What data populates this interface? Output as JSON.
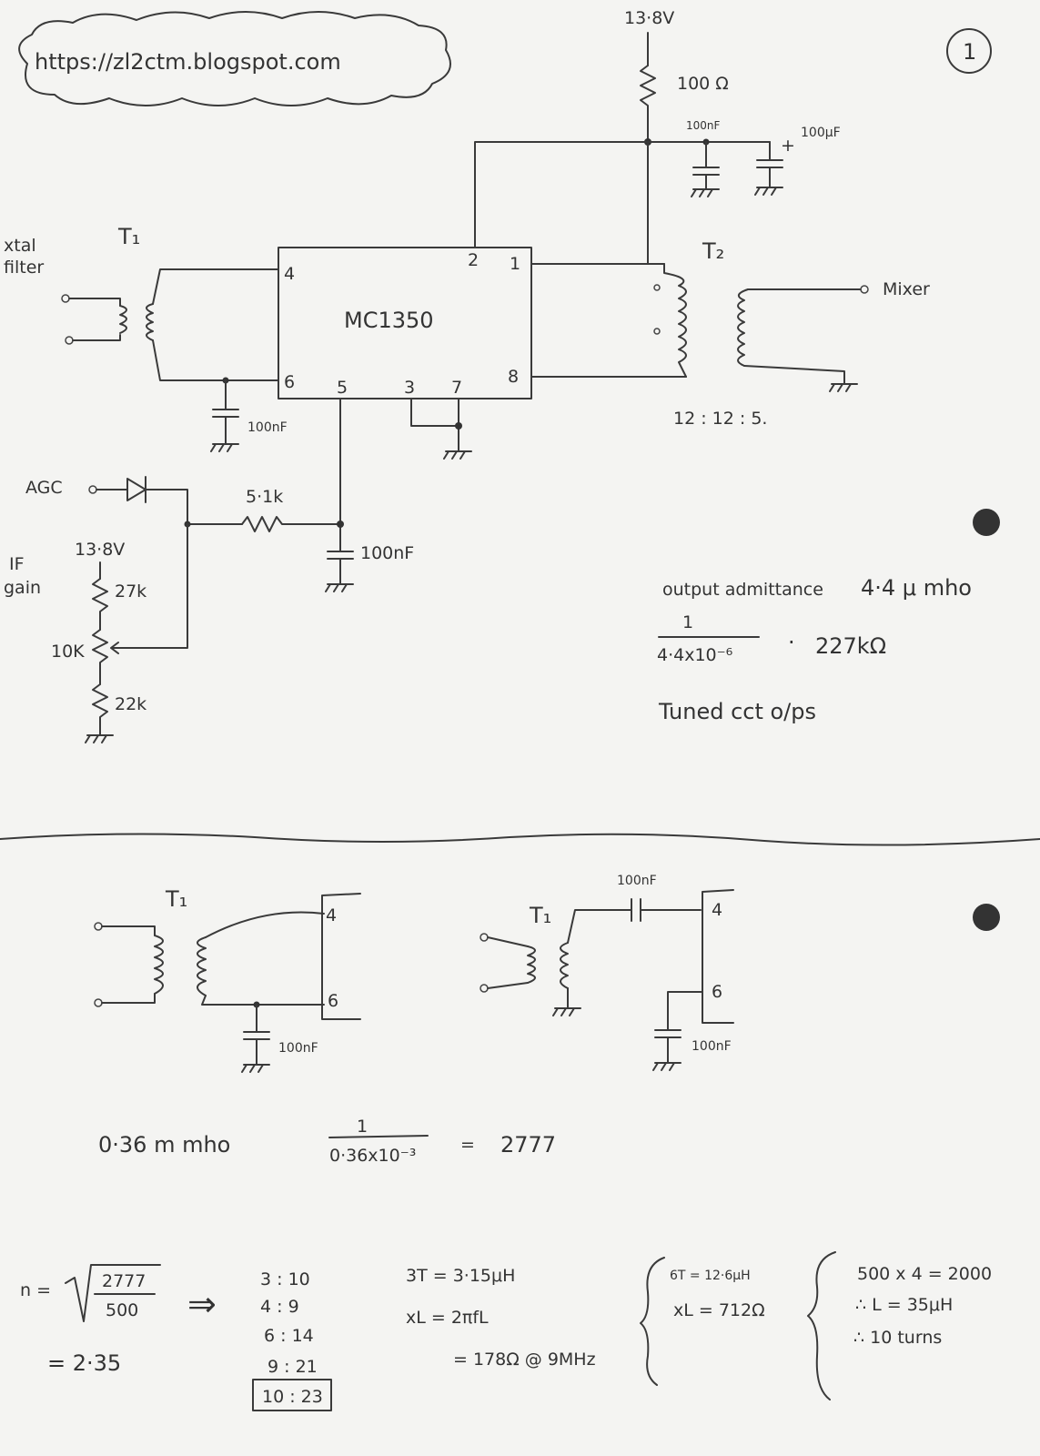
{
  "header": {
    "url": "https://zl2ctm.blogspot.com",
    "page_number": "1"
  },
  "top": {
    "supply_voltage": "13·8V",
    "r_supply": "100 Ω",
    "cap1": "100nF",
    "cap2": "100μF",
    "cap2_polarity": "+",
    "ic_name": "MC1350",
    "pins": {
      "p1": "1",
      "p2": "2",
      "p3": "3",
      "p4": "4",
      "p5": "5",
      "p6": "6",
      "p7": "7",
      "p8": "8"
    },
    "t1": "T₁",
    "t2": "T₂",
    "xtal_filter_line1": "xtal",
    "xtal_filter_line2": "filter",
    "mixer": "Mixer",
    "cap_pin6": "100nF",
    "turns_ratio": "12 : 12 : 5.",
    "agc": "AGC",
    "r_agc": "5·1k",
    "cap_pin5": "100nF",
    "if_supply": "13·8V",
    "if_line1": "IF",
    "if_line2": "gain",
    "r_27k": "27k",
    "r_10k": "10K",
    "r_22k": "22k"
  },
  "notes": {
    "output_admittance": "output admittance",
    "admittance_value": "4·4 μ mho",
    "frac_num": "1",
    "frac_den": "4·4x10⁻⁶",
    "frac_eq": "·",
    "frac_result": "227kΩ",
    "tuned": "Tuned cct o/ps"
  },
  "bottom": {
    "left_t1": "T₁",
    "left_pin4": "4",
    "left_pin6": "6",
    "left_cap": "100nF",
    "right_t1": "T₁",
    "right_cap_top": "100nF",
    "right_pin4": "4",
    "right_pin6": "6",
    "right_cap": "100nF",
    "mmho": "0·36 m mho",
    "frac2_num": "1",
    "frac2_den": "0·36x10⁻³",
    "frac2_eq": "=",
    "frac2_result": "2777",
    "n_label": "n =",
    "n_num": "2777",
    "n_den": "500",
    "n_result": "= 2·35",
    "arrow": "⇒",
    "ratios": [
      "3 : 10",
      "4 : 9",
      "6 : 14",
      "9 : 21"
    ],
    "ratio_boxed": "10 : 23",
    "calc1": "3T = 3·15μH",
    "calc2": "xL = 2πfL",
    "calc3": "= 178Ω @ 9MHz",
    "calc4": "6T = 12·6μH",
    "calc5": "xL = 712Ω",
    "calc6": "500 x 4 = 2000",
    "calc7": "∴ L = 35μH",
    "calc8": "∴ 10 turns"
  }
}
